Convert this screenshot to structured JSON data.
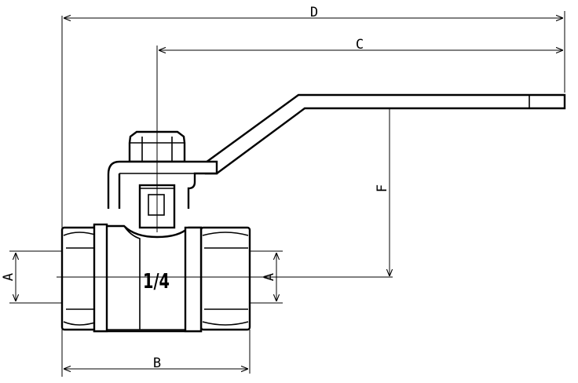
{
  "dimensions": {
    "A": "A",
    "B": "B",
    "C": "C",
    "D": "D",
    "F": "F"
  },
  "body_marking": "1/4"
}
